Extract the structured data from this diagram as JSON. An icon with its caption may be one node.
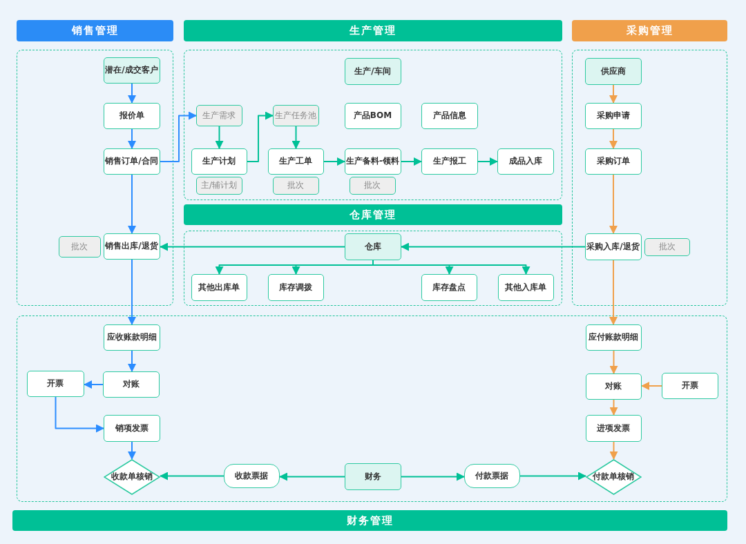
{
  "diagram": {
    "nodes": [
      {
        "text": [
          "销售管理"
        ]
      },
      {
        "text": [
          "生产管理"
        ]
      },
      {
        "text": [
          "采购管理"
        ]
      },
      {
        "text": [],
        "shape": "box"
      },
      {
        "text": [
          "潜在/成交客户"
        ],
        "in": 3
      },
      {
        "text": [
          "报价单"
        ],
        "in": 3
      },
      {
        "text": [
          "销售订单/合同"
        ],
        "in": 3
      },
      {
        "text": [],
        "shape": "box"
      },
      {
        "text": [
          "生产/车间"
        ],
        "in": 7
      },
      {
        "text": [
          "生产需求"
        ],
        "in": 7
      },
      {
        "text": [
          "生产任务池"
        ],
        "in": 7
      },
      {
        "text": [
          "产品BOM"
        ],
        "in": 7
      },
      {
        "text": [
          "产品信息"
        ],
        "in": 7
      },
      {
        "text": [
          "生产计划"
        ],
        "in": 7
      },
      {
        "text": [
          "生产工单"
        ],
        "in": 7
      },
      {
        "text": [
          "生产备料-领料"
        ],
        "in": 7
      },
      {
        "text": [
          "生产报工"
        ],
        "in": 7
      },
      {
        "text": [
          "成品入库"
        ],
        "in": 7
      },
      {
        "text": [
          "主/辅计划"
        ],
        "in": 7
      },
      {
        "text": [
          "批次"
        ],
        "in": 7
      },
      {
        "text": [
          "批次"
        ],
        "in": 7
      },
      {
        "text": [],
        "shape": "box"
      },
      {
        "text": [
          "供应商"
        ],
        "in": 21
      },
      {
        "text": [
          "采购申请"
        ],
        "in": 21
      },
      {
        "text": [
          "采购订单"
        ],
        "in": 21
      },
      {
        "text": [
          "仓库管理"
        ]
      },
      {
        "text": [],
        "shape": "box"
      },
      {
        "text": [
          "批次"
        ],
        "in": 3
      },
      {
        "text": [
          "销售出库/退货"
        ],
        "in": 3
      },
      {
        "text": [
          "仓库"
        ],
        "in": 26
      },
      {
        "text": [
          "采购入库/退货"
        ],
        "in": 21
      },
      {
        "text": [
          "批次"
        ],
        "in": 21
      },
      {
        "text": [
          "其他出库单"
        ],
        "in": 26
      },
      {
        "text": [
          "库存调拨"
        ],
        "in": 26
      },
      {
        "text": [
          "库存盘点"
        ],
        "in": 26
      },
      {
        "text": [
          "其他入库单"
        ],
        "in": 26
      },
      {
        "text": [],
        "shape": "box"
      },
      {
        "text": [
          "应收账款明细"
        ],
        "in": 36
      },
      {
        "text": [
          "应付账款明细"
        ],
        "in": 36
      },
      {
        "text": [
          "开票"
        ],
        "in": 36
      },
      {
        "text": [
          "对账"
        ],
        "in": 36
      },
      {
        "text": [
          "对账"
        ],
        "in": 36
      },
      {
        "text": [
          "开票"
        ],
        "in": 36
      },
      {
        "text": [
          "销项发票"
        ],
        "in": 36
      },
      {
        "text": [
          "进项发票"
        ],
        "in": 36
      },
      {
        "text": [
          "收款单核销"
        ],
        "in": 36
      },
      {
        "text": [
          "收款票据"
        ],
        "in": 36
      },
      {
        "text": [
          "财务"
        ],
        "in": 36
      },
      {
        "text": [
          "付款票据"
        ],
        "in": 36
      },
      {
        "text": [
          "付款单核销"
        ],
        "in": 36
      },
      {
        "text": [
          "财务管理"
        ]
      }
    ],
    "edges": [
      {
        "from": 4,
        "to": 5,
        "arrow": "to",
        "color": "#2b8cff"
      },
      {
        "from": 5,
        "to": 6,
        "arrow": "to",
        "color": "#2b8cff"
      },
      {
        "from": 6,
        "to": 9,
        "arrow": "to",
        "color": "#2b8cff"
      },
      {
        "from": 6,
        "to": 28,
        "arrow": "to",
        "color": "#2b8cff"
      },
      {
        "from": 28,
        "to": 37,
        "arrow": "to",
        "color": "#2b8cff"
      },
      {
        "from": 37,
        "to": 40,
        "arrow": "to",
        "color": "#2b8cff"
      },
      {
        "from": 40,
        "to": 39,
        "arrow": "to",
        "color": "#2b8cff"
      },
      {
        "from": 39,
        "to": 43,
        "arrow": "to",
        "color": "#2b8cff"
      },
      {
        "from": 43,
        "to": 45,
        "arrow": "to",
        "color": "#2b8cff"
      },
      {
        "from": 9,
        "to": 13,
        "arrow": "to"
      },
      {
        "from": 13,
        "to": 10,
        "arrow": "to"
      },
      {
        "from": 10,
        "to": 14,
        "arrow": "to"
      },
      {
        "from": 14,
        "to": 15,
        "arrow": "to"
      },
      {
        "from": 15,
        "to": 16,
        "arrow": "to"
      },
      {
        "from": 16,
        "to": 17,
        "arrow": "to"
      },
      {
        "from": 29,
        "to": 28,
        "arrow": "to"
      },
      {
        "from": 30,
        "to": 29,
        "arrow": "to"
      },
      {
        "from": 29,
        "to": 32,
        "arrow": "to"
      },
      {
        "from": 29,
        "to": 33,
        "arrow": "to"
      },
      {
        "from": 29,
        "to": 34,
        "arrow": "to"
      },
      {
        "from": 29,
        "to": 35,
        "arrow": "to"
      },
      {
        "from": 47,
        "to": 46,
        "arrow": "to"
      },
      {
        "from": 46,
        "to": 45,
        "arrow": "to"
      },
      {
        "from": 47,
        "to": 48,
        "arrow": "to"
      },
      {
        "from": 48,
        "to": 49,
        "arrow": "to"
      },
      {
        "from": 22,
        "to": 23,
        "arrow": "to",
        "color": "#f0a04b"
      },
      {
        "from": 23,
        "to": 24,
        "arrow": "to",
        "color": "#f0a04b"
      },
      {
        "from": 24,
        "to": 30,
        "arrow": "to",
        "color": "#f0a04b"
      },
      {
        "from": 30,
        "to": 38,
        "arrow": "to",
        "color": "#f0a04b"
      },
      {
        "from": 38,
        "to": 41,
        "arrow": "to",
        "color": "#f0a04b"
      },
      {
        "from": 42,
        "to": 41,
        "arrow": "to",
        "color": "#f0a04b"
      },
      {
        "from": 41,
        "to": 44,
        "arrow": "to",
        "color": "#f0a04b"
      },
      {
        "from": 44,
        "to": 49,
        "arrow": "to",
        "color": "#f0a04b"
      }
    ]
  }
}
